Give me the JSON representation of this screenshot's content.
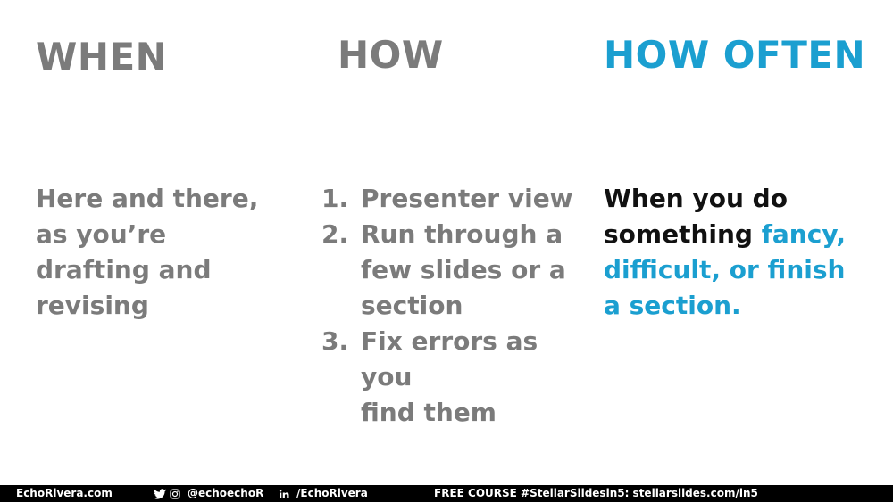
{
  "headings": {
    "when": "WHEN",
    "how": "HOW",
    "how_often": "HOW OFTEN"
  },
  "when_text": [
    "Here and there,",
    "as you’re",
    "drafting and",
    "revising"
  ],
  "how_steps": [
    {
      "num": "1.",
      "lines": [
        "Presenter view"
      ]
    },
    {
      "num": "2.",
      "lines": [
        "Run through a",
        "few slides or a",
        "section"
      ]
    },
    {
      "num": "3.",
      "lines": [
        "Fix errors as you",
        "find them"
      ]
    }
  ],
  "how_often": {
    "line1": "When you do",
    "line2_plain": "something ",
    "line2_accent": "fancy,",
    "line3_accent": "difficult, or finish",
    "line4_accent": "a section."
  },
  "footer": {
    "site": "EchoRivera.com",
    "social_handle": "@echoechoR",
    "linkedin": "/EchoRivera",
    "course": "FREE COURSE #StellarSlidesin5: stellarslides.com/in5"
  },
  "colors": {
    "gray": "#7b7b7b",
    "accent": "#1b9fd0",
    "dark": "#111111",
    "footer_bg": "#000000"
  },
  "icons": [
    "twitter-icon",
    "instagram-icon",
    "linkedin-icon"
  ]
}
